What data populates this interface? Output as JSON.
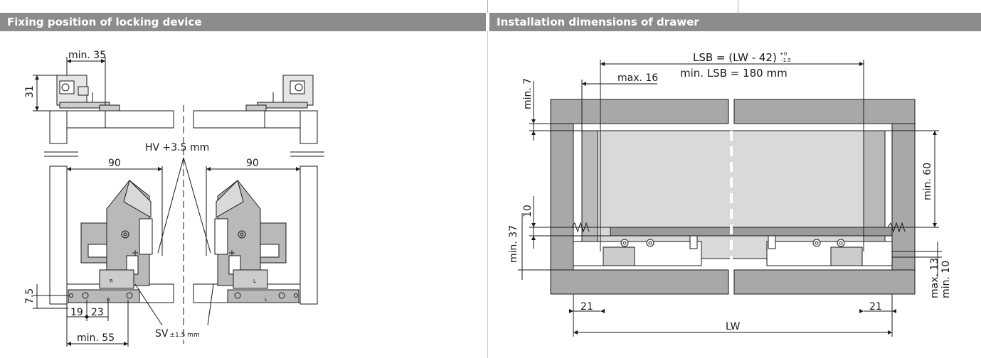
{
  "left_panel": {
    "title": "Fixing position of locking device",
    "labels": {
      "min35": "min. 35",
      "d31": "31",
      "hv": "HV +3.5 mm",
      "d90_left": "90",
      "d90_right": "90",
      "d7_5": "7.5",
      "d19": "19",
      "d23": "23",
      "min55": "min. 55",
      "sv_main": "SV",
      "sv_tol": "±1.5 mm",
      "mark_r1": "R",
      "mark_r2": "R",
      "mark_l1": "L",
      "mark_l2": "L"
    }
  },
  "right_panel": {
    "title": "Installation dimensions of drawer",
    "labels": {
      "lsb_formula": "LSB = (LW - 42)",
      "lsb_tol_plus": "+0",
      "lsb_tol_minus": "-1.5",
      "min_lsb": "min. LSB = 180 mm",
      "max16": "max. 16",
      "min7": "min. 7",
      "min60": "min. 60",
      "d10": "10",
      "min37": "min. 37",
      "max13": "max. 13",
      "min10": "min. 10",
      "d21_left": "21",
      "d21_right": "21",
      "lw": "LW"
    }
  },
  "colors": {
    "header_bg": "#8c8c8c",
    "header_text": "#ffffff",
    "panel_fill": "#a8a8a8",
    "drawer_fill": "#d9d9d9",
    "part_fill": "#b9b9b9",
    "line": "#1a1a1a"
  }
}
